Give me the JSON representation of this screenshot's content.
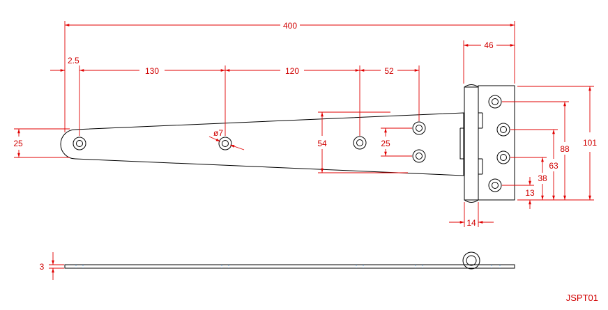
{
  "dimensions": {
    "overall_length": "400",
    "leaf_width": "46",
    "edge_offset": "2.5",
    "hole_spacing_1": "130",
    "hole_spacing_2": "120",
    "hole_spacing_3": "52",
    "tip_width": "25",
    "hole_diameter": "ø7",
    "strap_width": "54",
    "hole_pair_spacing": "25",
    "plate_height": "101",
    "hole_row_88": "88",
    "hole_row_63": "63",
    "hole_row_38": "38",
    "hole_row_13": "13",
    "knuckle_width": "14",
    "thickness": "3"
  },
  "part_code": "JSPT01",
  "colors": {
    "dimension": "#d00000",
    "outline": "#000000"
  }
}
